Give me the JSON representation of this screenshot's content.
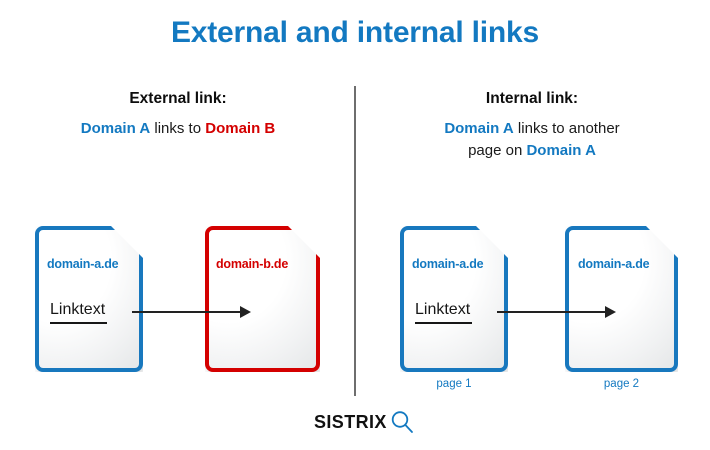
{
  "title": "External and internal links",
  "colors": {
    "brand_blue": "#1379c1",
    "border_blue": "#1878be",
    "red": "#d40000",
    "text_black": "#0d0d0d",
    "divider_gray": "#6e6e6e",
    "arrow_black": "#222222"
  },
  "columns": {
    "external": {
      "heading": "External link:",
      "sub_part1": "Domain A",
      "sub_part2": " links to ",
      "sub_part3": "Domain B"
    },
    "internal": {
      "heading": "Internal link:",
      "sub_line1_part1": "Domain A",
      "sub_line1_part2": " links to another",
      "sub_line2_part1": "page on ",
      "sub_line2_part2": "Domain A"
    }
  },
  "documents": [
    {
      "id": "doc-a-ext",
      "domain": "domain-a.de",
      "linktext": "Linktext",
      "caption": "",
      "color": "blue"
    },
    {
      "id": "doc-b-ext",
      "domain": "domain-b.de",
      "linktext": "",
      "caption": "",
      "color": "red"
    },
    {
      "id": "doc-a-int",
      "domain": "domain-a.de",
      "linktext": "Linktext",
      "caption": "page 1",
      "color": "blue"
    },
    {
      "id": "doc-a-int2",
      "domain": "domain-a.de",
      "linktext": "",
      "caption": "page 2",
      "color": "blue"
    }
  ],
  "logo": {
    "word": "SISTRIX",
    "icon": "magnifying-glass"
  }
}
